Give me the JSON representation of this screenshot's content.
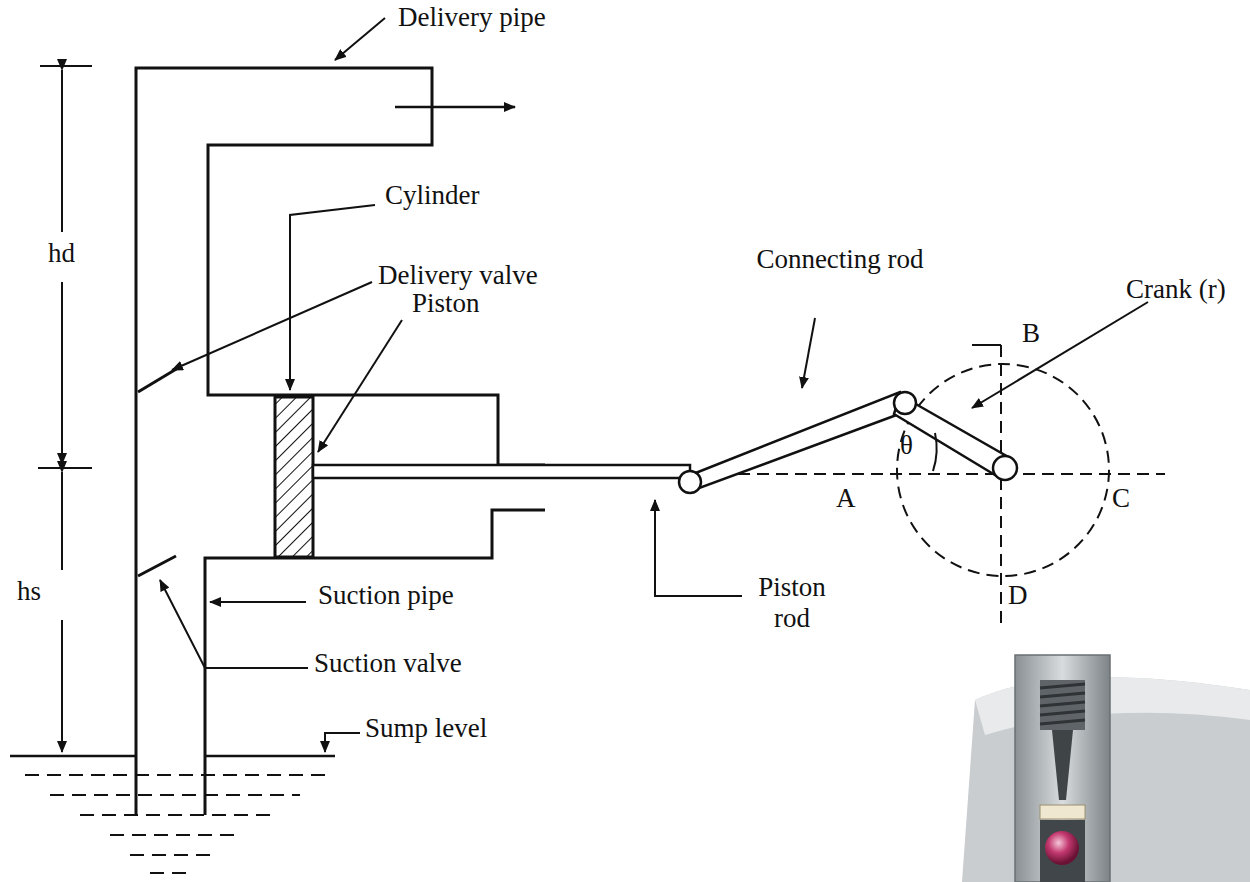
{
  "diagram": {
    "labels": [
      "Delivery pipe",
      "hd",
      "Cylinder",
      "Delivery valve",
      "Piston",
      "Connecting rod",
      "Crank (r)",
      "B",
      "θ",
      "A",
      "C",
      "D",
      "hs",
      "Suction pipe",
      "Suction valve",
      "Sump level",
      "Piston rod"
    ]
  }
}
